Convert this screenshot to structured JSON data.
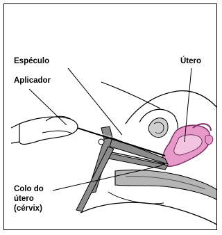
{
  "labels": {
    "especulo": "Espéculo",
    "aplicador": "Aplicador",
    "utero": "Útero",
    "colo_line1": "Colo do",
    "colo_line2": "útero",
    "colo_line3": "(cérvix)"
  },
  "colors": {
    "uterus_fill": "#e79ac9",
    "uterus_stroke": "#7a2e63",
    "tissue_gray": "#b5b5b5",
    "speculum_gray": "#8c8c8c",
    "outline": "#000000"
  }
}
